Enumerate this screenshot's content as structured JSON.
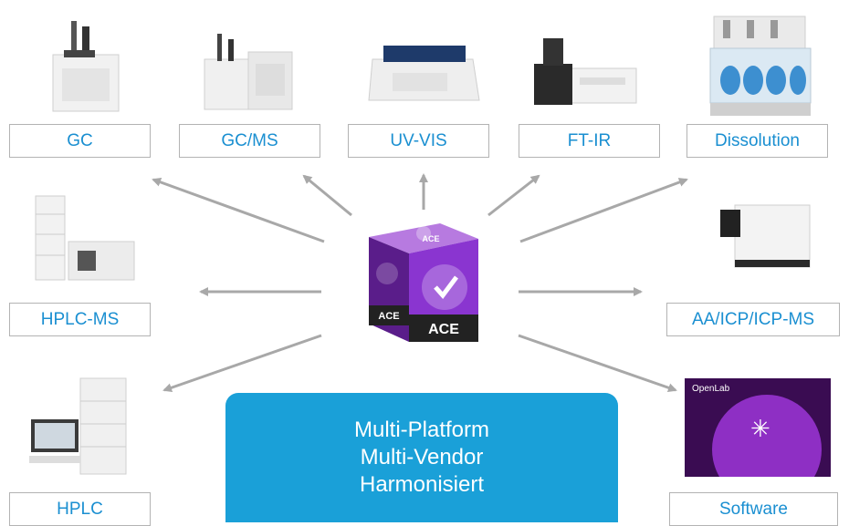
{
  "labels": {
    "gc": "GC",
    "gcms": "GC/MS",
    "uvvis": "UV-VIS",
    "ftir": "FT-IR",
    "dissolution": "Dissolution",
    "hplcms": "HPLC-MS",
    "aaicp": "AA/ICP/ICP-MS",
    "hplc": "HPLC",
    "software": "Software"
  },
  "hub": {
    "line1": "Multi-Platform",
    "line2": "Multi-Vendor",
    "line3": "Harmonisiert"
  },
  "cube": {
    "front_label": "ACE",
    "side_label": "ACE",
    "top_label": "ACE"
  },
  "software_box": {
    "brand": "OpenLab"
  },
  "colors": {
    "accent": "#1aa0d8",
    "label_text": "#1a8fd1",
    "cube_purple": "#7b2fc9",
    "arrow": "#a8a8a8"
  }
}
